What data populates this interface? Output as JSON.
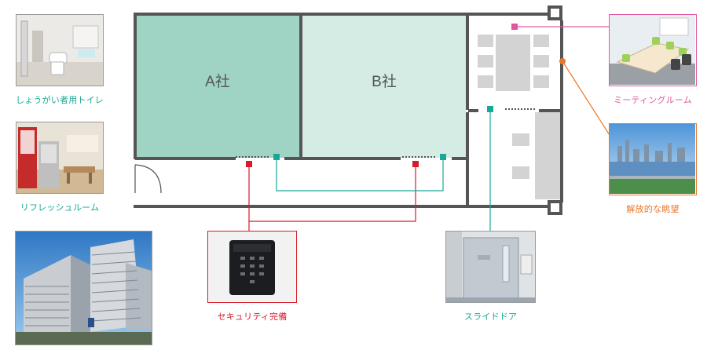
{
  "rooms": {
    "a": "A社",
    "b": "B社"
  },
  "photos": {
    "toilet": "しょうがい者用トイレ",
    "refresh": "リフレッシュルーム",
    "meeting": "ミーティングルーム",
    "view": "解放的な眺望",
    "security": "セキュリティ完備",
    "door": "スライドドア"
  },
  "colors": {
    "teal_room": "#9fd3c3",
    "teal_room_light": "#d5ece5",
    "teal_line": "#19a896",
    "red": "#d81b2a",
    "pink": "#e0579e",
    "orange": "#e8762b",
    "wall": "#555555",
    "furniture": "#d3d3d3"
  },
  "icons": {
    "security_marker": "red-square",
    "door_marker": "teal-square",
    "meeting_marker": "pink-square",
    "view_marker": "orange-dot"
  }
}
